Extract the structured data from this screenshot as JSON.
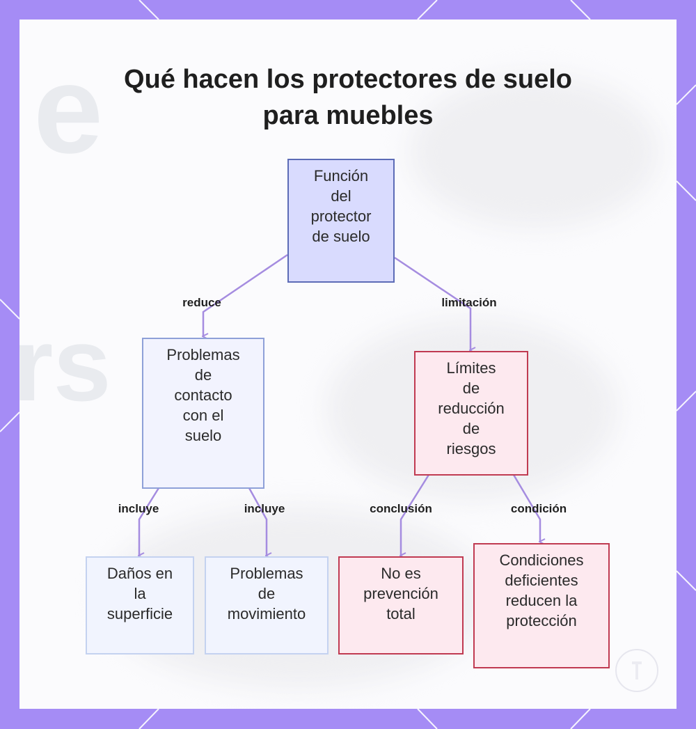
{
  "title": [
    "Qué hacen los protectores de suelo",
    "para muebles"
  ],
  "nodes": {
    "root": [
      "Función",
      "del",
      "protector",
      "de suelo"
    ],
    "contact": [
      "Problemas",
      "de",
      "contacto",
      "con el",
      "suelo"
    ],
    "limits": [
      "Límites",
      "de",
      "reducción",
      "de",
      "riesgos"
    ],
    "damage": [
      "Daños en",
      "la",
      "superficie"
    ],
    "move": [
      "Problemas",
      "de",
      "movimiento"
    ],
    "noprev": [
      "No es",
      "prevención",
      "total"
    ],
    "cond": [
      "Condiciones",
      "deficientes",
      "reducen la",
      "protección"
    ]
  },
  "edges": {
    "reduce": "reduce",
    "limitacion": "limitación",
    "incluye1": "incluye",
    "incluye2": "incluye",
    "conclusion": "conclusión",
    "condicion": "condición"
  },
  "colors": {
    "frame": "#a58cf5",
    "root_fill": "#d9dbfe",
    "root_border": "#5c6bb6",
    "red_border": "#c03a51",
    "edge": "#a58ce0"
  }
}
